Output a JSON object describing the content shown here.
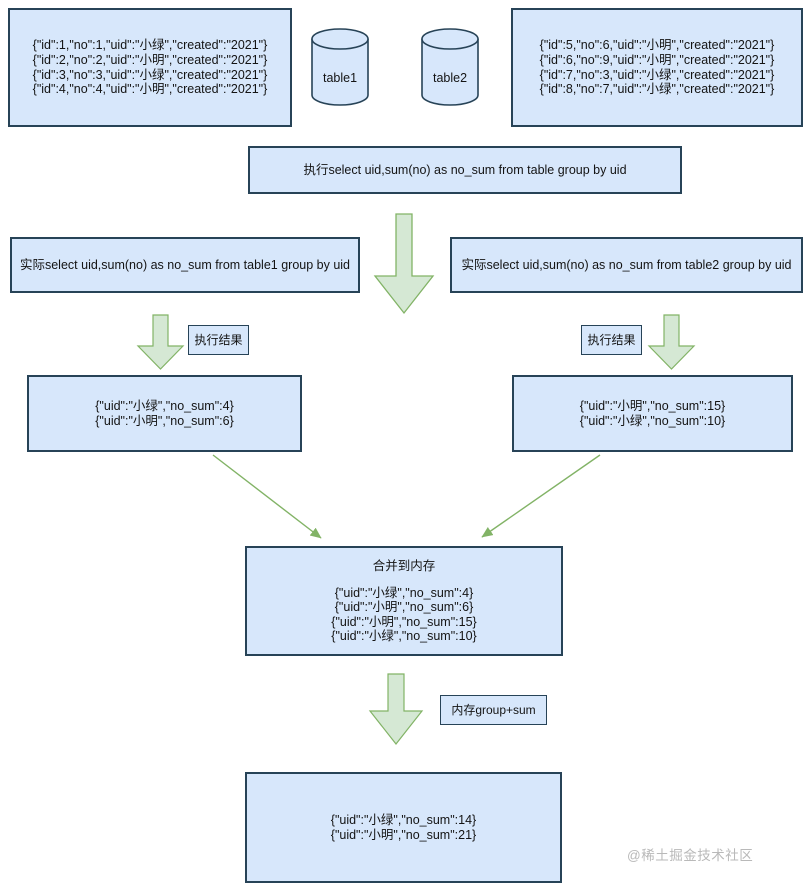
{
  "source_left": {
    "lines": [
      "{\"id\":1,\"no\":1,\"uid\":\"小绿\",\"created\":\"2021\"}",
      "{\"id\":2,\"no\":2,\"uid\":\"小明\",\"created\":\"2021\"}",
      "{\"id\":3,\"no\":3,\"uid\":\"小绿\",\"created\":\"2021\"}",
      "{\"id\":4,\"no\":4,\"uid\":\"小明\",\"created\":\"2021\"}"
    ]
  },
  "source_right": {
    "lines": [
      "{\"id\":5,\"no\":6,\"uid\":\"小明\",\"created\":\"2021\"}",
      "{\"id\":6,\"no\":9,\"uid\":\"小明\",\"created\":\"2021\"}",
      "{\"id\":7,\"no\":3,\"uid\":\"小绿\",\"created\":\"2021\"}",
      "{\"id\":8,\"no\":7,\"uid\":\"小绿\",\"created\":\"2021\"}"
    ]
  },
  "db": {
    "table1": "table1",
    "table2": "table2"
  },
  "exec_query": "执行select uid,sum(no) as no_sum from table group by uid",
  "actual_left": "实际select uid,sum(no) as no_sum from table1 group by uid",
  "actual_right": "实际select uid,sum(no) as no_sum from table2 group by uid",
  "exec_result_label": "执行结果",
  "result_left": {
    "lines": [
      "{\"uid\":\"小绿\",\"no_sum\":4}",
      "{\"uid\":\"小明\",\"no_sum\":6}"
    ]
  },
  "result_right": {
    "lines": [
      "{\"uid\":\"小明\",\"no_sum\":15}",
      "{\"uid\":\"小绿\",\"no_sum\":10}"
    ]
  },
  "merge": {
    "title": "合并到内存",
    "lines": [
      "{\"uid\":\"小绿\",\"no_sum\":4}",
      "{\"uid\":\"小明\",\"no_sum\":6}",
      "{\"uid\":\"小明\",\"no_sum\":15}",
      "{\"uid\":\"小绿\",\"no_sum\":10}"
    ]
  },
  "mem_group_label": "内存group+sum",
  "final": {
    "lines": [
      "{\"uid\":\"小绿\",\"no_sum\":14}",
      "{\"uid\":\"小明\",\"no_sum\":21}"
    ]
  },
  "watermark": "@稀土掘金技术社区",
  "colors": {
    "box_fill": "#d7e7fb",
    "box_stroke": "#274357",
    "arrow_fill": "#d5e8d4",
    "arrow_stroke": "#82b366",
    "watermark_gray": "#b9b9b9"
  }
}
